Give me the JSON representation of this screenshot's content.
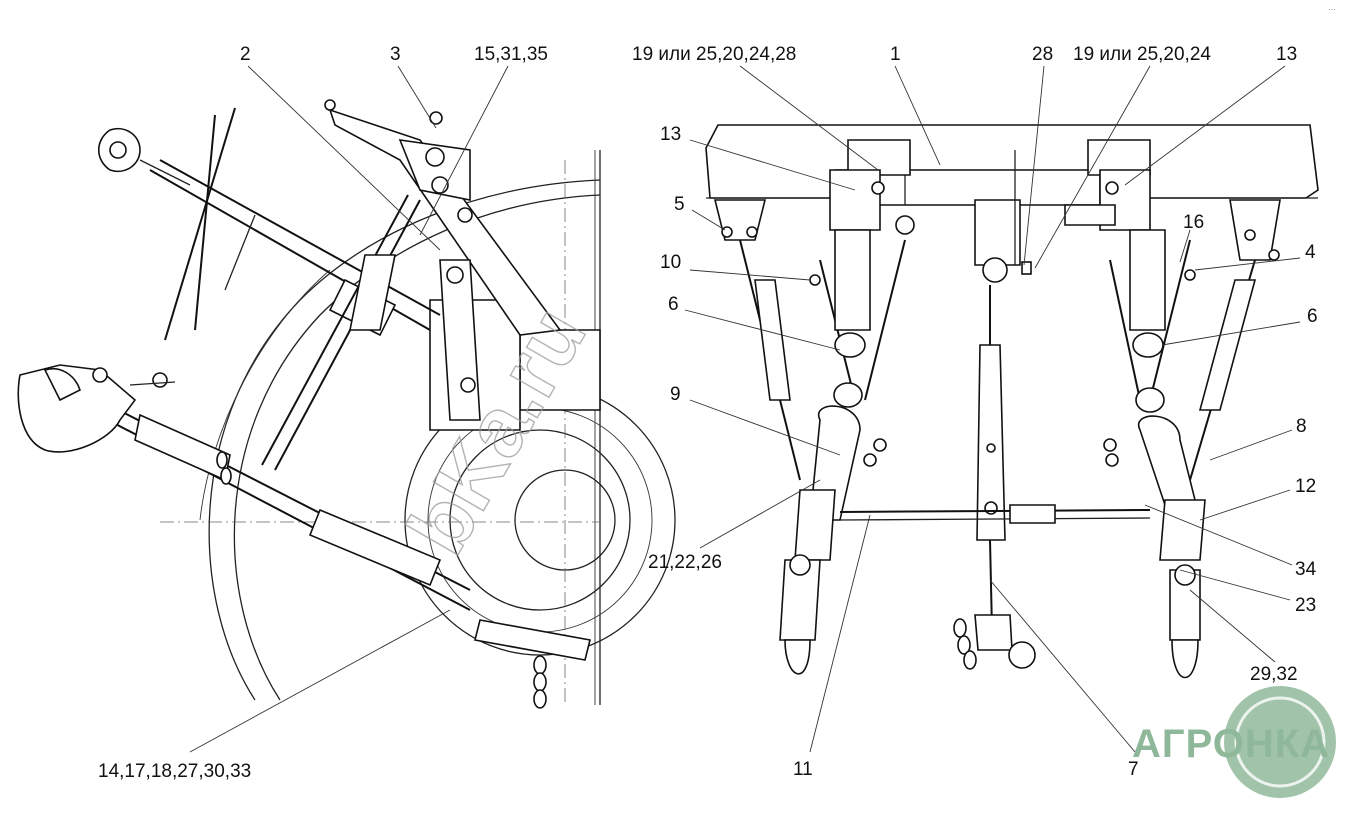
{
  "labels": {
    "l2": "2",
    "l3": "3",
    "l15": "15,31,35",
    "l19a": "19 или 25,20,24,28",
    "l1": "1",
    "l28": "28",
    "l19b": "19 или 25,20,24",
    "l13r": "13",
    "l13l": "13",
    "l5": "5",
    "l16": "16",
    "l4": "4",
    "l10": "10",
    "l6l": "6",
    "l6r": "6",
    "l9": "9",
    "l8": "8",
    "l12": "12",
    "l21": "21,22,26",
    "l34": "34",
    "l23": "23",
    "l29": "29,32",
    "l14": "14,17,18,27,30,33",
    "l11": "11",
    "l7": "7"
  },
  "logo": {
    "text": "АГРОНКА",
    "color": "#8fb89a"
  },
  "watermark": {
    "text": "bKa.ru"
  },
  "corner_mark": "···"
}
